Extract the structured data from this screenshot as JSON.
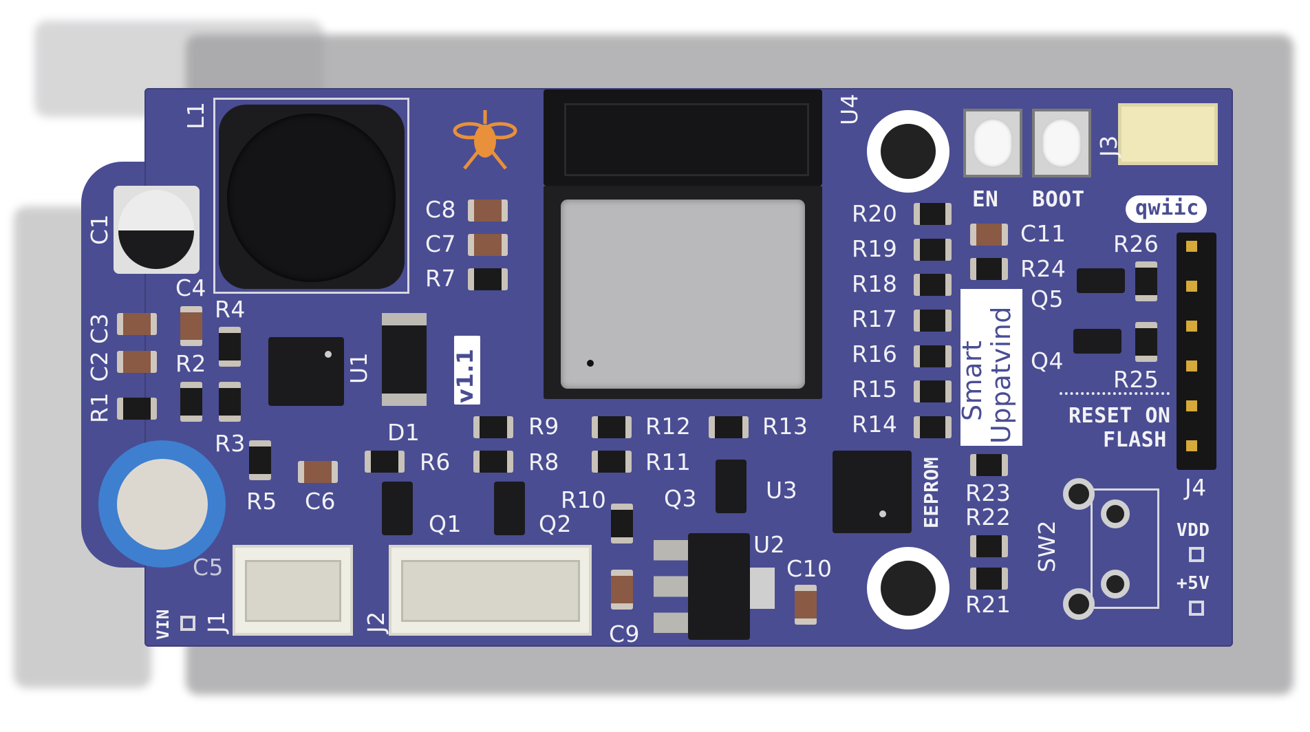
{
  "board": {
    "version": "v1.1",
    "title_line1": "Smart",
    "title_line2": "Uppatvind",
    "logo": "qwiic",
    "notes": {
      "reset_on": "RESET ON",
      "flash": "FLASH"
    }
  },
  "labels": {
    "L1": "L1",
    "C1": "C1",
    "C2": "C2",
    "C3": "C3",
    "C4": "C4",
    "C5": "C5",
    "C6": "C6",
    "C7": "C7",
    "C8": "C8",
    "C9": "C9",
    "C10": "C10",
    "C11": "C11",
    "R1": "R1",
    "R2": "R2",
    "R3": "R3",
    "R4": "R4",
    "R5": "R5",
    "R6": "R6",
    "R7": "R7",
    "R8": "R8",
    "R9": "R9",
    "R10": "R10",
    "R11": "R11",
    "R12": "R12",
    "R13": "R13",
    "R14": "R14",
    "R15": "R15",
    "R16": "R16",
    "R17": "R17",
    "R18": "R18",
    "R19": "R19",
    "R20": "R20",
    "R21": "R21",
    "R22": "R22",
    "R23": "R23",
    "R24": "R24",
    "R25": "R25",
    "R26": "R26",
    "U1": "U1",
    "U2": "U2",
    "U3": "U3",
    "U4": "U4",
    "D1": "D1",
    "Q1": "Q1",
    "Q2": "Q2",
    "Q3": "Q3",
    "Q4": "Q4",
    "Q5": "Q5",
    "J1": "J1",
    "J2": "J2",
    "J3": "J3",
    "J4": "J4",
    "SW2": "SW2",
    "EN": "EN",
    "BOOT": "BOOT",
    "EEPROM": "EEPROM",
    "VIN": "VIN",
    "VDD": "VDD",
    "5V": "+5V"
  },
  "colors": {
    "pcb": "#4a4d92",
    "silkscreen": "#f2f2f6",
    "pad": "#c8c2b8",
    "chip": "#1b1b1d",
    "header_pin": "#d6a93a",
    "logo": "#e8913a"
  }
}
